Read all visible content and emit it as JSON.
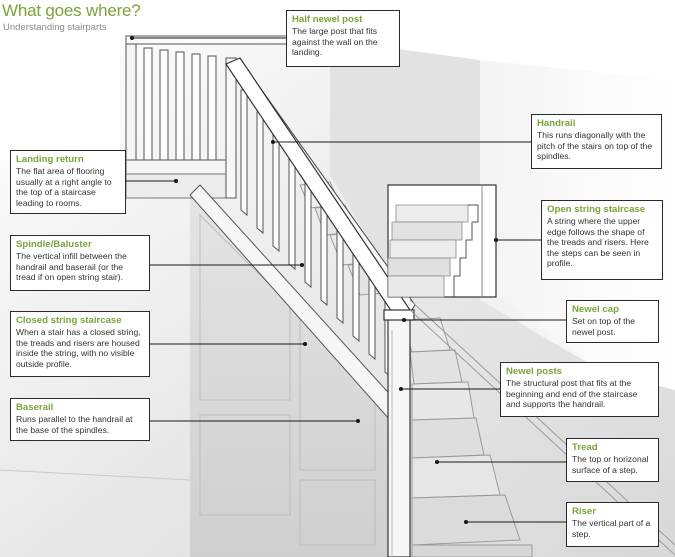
{
  "header": {
    "title": "What goes where?",
    "subtitle": "Understanding stairparts"
  },
  "colors": {
    "accent": "#7aa43a",
    "text": "#333333",
    "line": "#2b2b2b"
  },
  "callouts": {
    "half_newel_post": {
      "title": "Half newel post",
      "desc": "The large post that fits against the wall on the landing."
    },
    "handrail": {
      "title": "Handrail",
      "desc": "This runs diagonally with the pitch of the stairs on top of the spindles."
    },
    "landing_return": {
      "title": "Landing return",
      "desc": "The flat area of flooring usually at a right angle to the top of a staircase leading to rooms."
    },
    "open_string_staircase": {
      "title": "Open string staircase",
      "desc": "A string where the upper edge follows the shape of the treads and risers. Here the steps can be seen in profile."
    },
    "spindle_baluster": {
      "title": "Spindle/Baluster",
      "desc": "The vertical infill between the handrail and baserail (or the tread if on open string stair)."
    },
    "newel_cap": {
      "title": "Newel cap",
      "desc": "Set on top of the newel post."
    },
    "closed_string_staircase": {
      "title": "Closed string staircase",
      "desc": "When a stair has a closed string, the treads and risers are housed inside the string, with no visible outside profile."
    },
    "newel_posts": {
      "title": "Newel posts",
      "desc": "The structural post that fits at the beginning and end of the staircase and supports the handrail."
    },
    "baserail": {
      "title": "Baserail",
      "desc": "Runs parallel to the handrail at the base of the spindles."
    },
    "tread": {
      "title": "Tread",
      "desc": "The top or horizonal surface of a step."
    },
    "riser": {
      "title": "Riser",
      "desc": "The vertical part of a step."
    }
  }
}
